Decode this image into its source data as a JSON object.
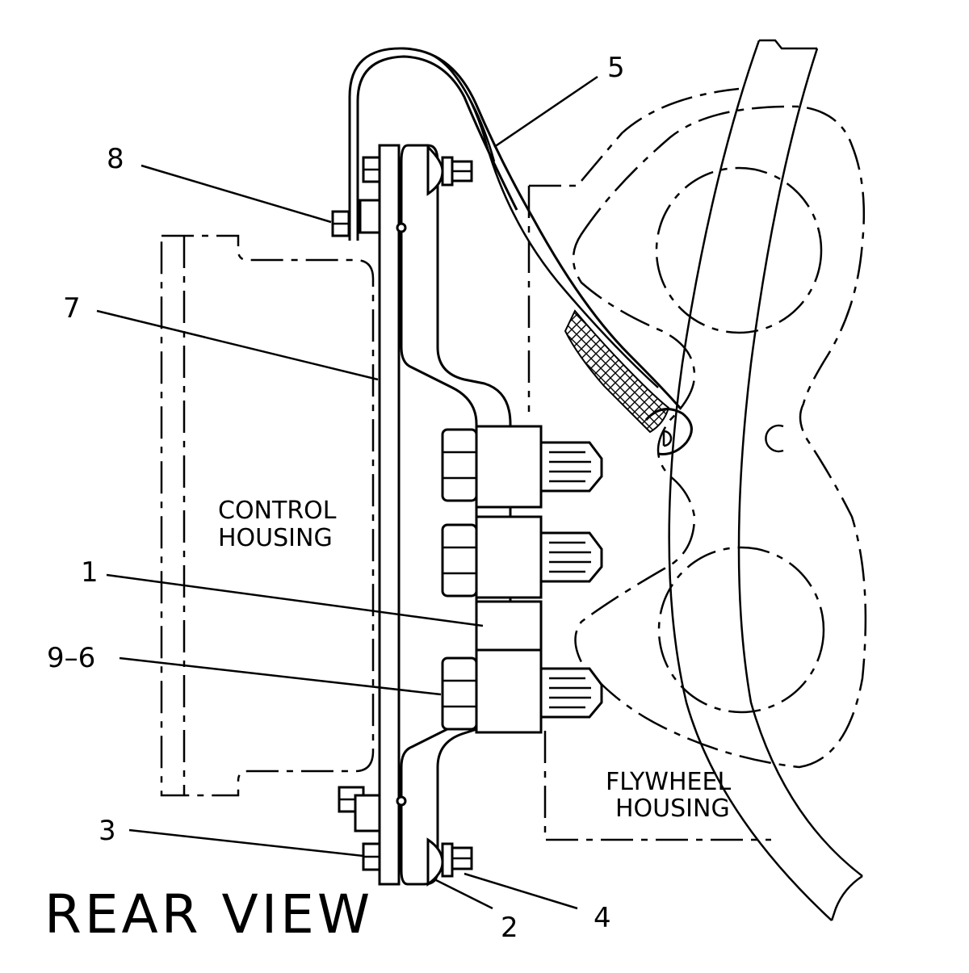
{
  "title": "REAR VIEW",
  "housings": {
    "control": [
      "CONTROL",
      "HOUSING"
    ],
    "flywheel": [
      "FLYWHEEL",
      "HOUSING"
    ]
  },
  "callouts": {
    "c1": "1",
    "c2": "2",
    "c3": "3",
    "c4": "4",
    "c5": "5",
    "c7": "7",
    "c8": "8",
    "c96": "9–6"
  }
}
